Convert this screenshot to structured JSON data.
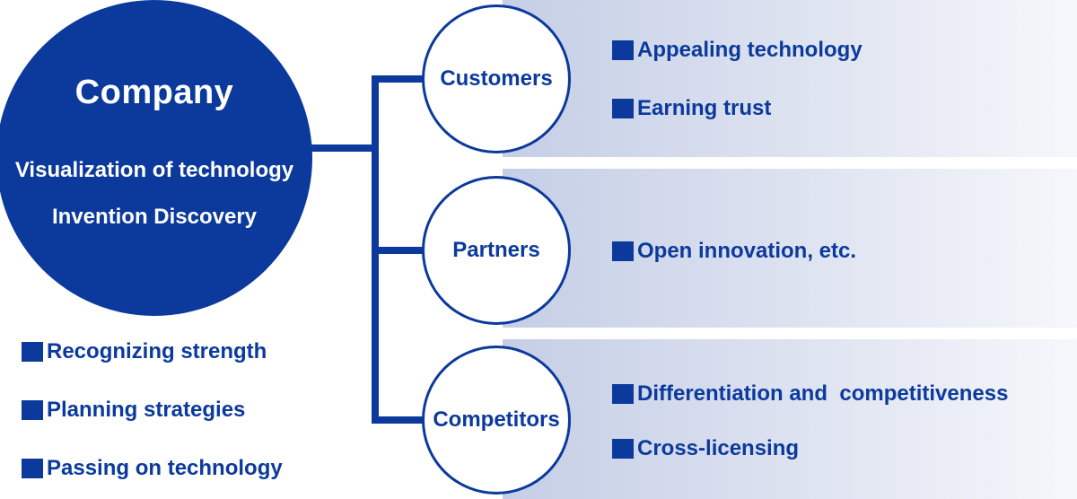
{
  "colors": {
    "primary": "#0b3a9c",
    "band_start": "#c5cee6",
    "band_end": "#f6f7fb",
    "background": "#ffffff"
  },
  "company": {
    "title": "Company",
    "lines": [
      "Visualization of technology",
      "Invention Discovery"
    ],
    "bullets": [
      "Recognizing strength",
      "Planning strategies",
      "Passing on technology"
    ]
  },
  "stakeholders": [
    {
      "label": "Customers",
      "bullets": [
        "Appealing technology",
        "Earning trust"
      ]
    },
    {
      "label": "Partners",
      "bullets": [
        "Open innovation, etc."
      ]
    },
    {
      "label": "Competitors",
      "bullets": [
        "Differentiation and  competitiveness",
        "Cross-licensing"
      ]
    }
  ],
  "icons": {
    "bullet": "square-bullet-icon"
  }
}
